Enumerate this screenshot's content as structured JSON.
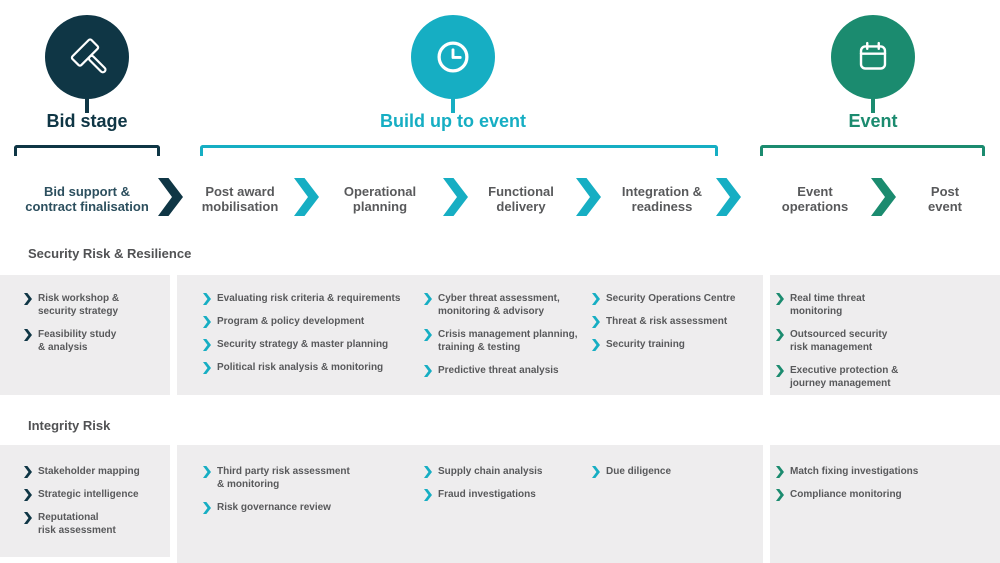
{
  "palette": {
    "navy": "#0F3645",
    "teal": "#16AEC3",
    "green": "#1B8B6F",
    "gray_text": "#58595B",
    "header_text": "#515254",
    "band_background": "#EEEDEE",
    "bid_phase_text": "#2C4F5E"
  },
  "stages": [
    {
      "title": "Bid stage",
      "icon": "gavel-icon"
    },
    {
      "title": "Build up to event",
      "icon": "clock-icon"
    },
    {
      "title": "Event",
      "icon": "calendar-icon"
    }
  ],
  "phases": [
    {
      "label": "Bid support &\ncontract finalisation"
    },
    {
      "label": "Post award\nmobilisation"
    },
    {
      "label": "Operational\nplanning"
    },
    {
      "label": "Functional\ndelivery"
    },
    {
      "label": "Integration &\nreadiness"
    },
    {
      "label": "Event\noperations"
    },
    {
      "label": "Post\nevent"
    }
  ],
  "rows": [
    {
      "title": "Security Risk & Resilience",
      "columns": [
        {
          "items": [
            "Risk workshop &\nsecurity strategy",
            "Feasibility study\n& analysis"
          ]
        },
        {
          "items": [
            "Evaluating risk criteria & requirements",
            "Program & policy development",
            "Security strategy & master planning",
            "Political risk analysis & monitoring"
          ]
        },
        {
          "items": [
            "Cyber threat assessment,\nmonitoring & advisory",
            "Crisis management planning,\ntraining & testing",
            "Predictive threat analysis"
          ]
        },
        {
          "items": [
            "Security Operations Centre",
            "Threat & risk assessment",
            "Security training"
          ]
        },
        {
          "items": [
            "Real time threat\nmonitoring",
            "Outsourced security\nrisk management",
            "Executive protection &\njourney management"
          ]
        }
      ]
    },
    {
      "title": "Integrity Risk",
      "columns": [
        {
          "items": [
            "Stakeholder mapping",
            "Strategic intelligence",
            "Reputational\nrisk assessment"
          ]
        },
        {
          "items": [
            "Third party risk assessment\n& monitoring",
            "Risk governance review"
          ]
        },
        {
          "items": [
            "Supply chain analysis",
            "Fraud investigations"
          ]
        },
        {
          "items": [
            "Due diligence"
          ]
        },
        {
          "items": [
            "Match fixing investigations",
            "Compliance monitoring"
          ]
        }
      ]
    }
  ]
}
